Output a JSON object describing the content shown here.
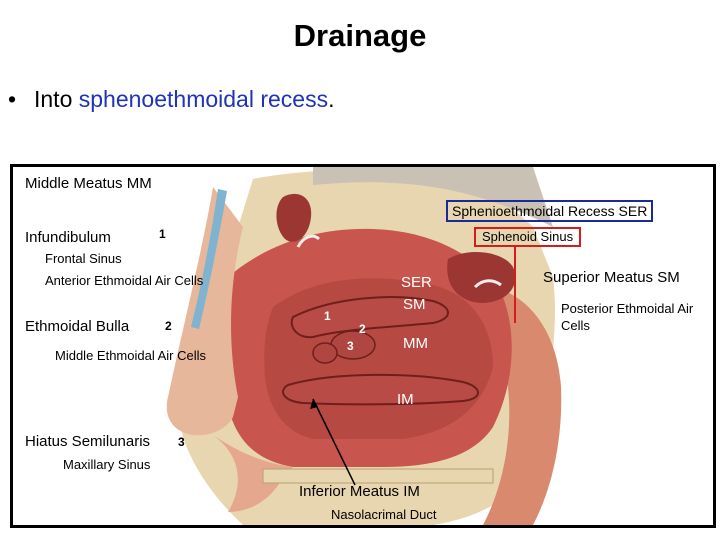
{
  "slide": {
    "title": "Drainage",
    "bullet_marker": "•",
    "bullet_prefix": "Into ",
    "bullet_highlight": "sphenoethmoidal recess",
    "bullet_suffix": "."
  },
  "figure": {
    "labels": {
      "middle_meatus": "Middle Meatus  MM",
      "infundibulum": "Infundibulum",
      "infundibulum_num": "1",
      "frontal_sinus": "Frontal Sinus",
      "anterior_ethmoidal": "Anterior Ethmoidal Air Cells",
      "ethmoidal_bulla": "Ethmoidal Bulla",
      "ethmoidal_bulla_num": "2",
      "middle_ethmoidal": "Middle Ethmoidal Air Cells",
      "hiatus_semilunaris": "Hiatus Semilunaris",
      "hiatus_num": "3",
      "maxillary_sinus": "Maxillary Sinus",
      "sphenoethmoidal_recess": "Spheniοethmoidal Recess  SER",
      "sphenoid_sinus": "Sphenoid Sinus",
      "superior_meatus": "Superior Meatus  SM",
      "posterior_ethmoidal_1": "Posterior Ethmoidal Air",
      "posterior_ethmoidal_2": "Cells",
      "inferior_meatus": "Inferior Meatus  IM",
      "nasolacrimal_duct": "Nasolacrimal Duct",
      "overlay_ser": "SER",
      "overlay_sm": "SM",
      "overlay_mm": "MM",
      "overlay_im": "IM",
      "overlay_1": "1",
      "overlay_2": "2",
      "overlay_3": "3"
    },
    "colors": {
      "highlight_blue": "#1a2a9a",
      "highlight_red": "#d41e1e",
      "mucosa": "#c8564e",
      "mucosa_dark": "#8e2b28",
      "bone": "#e8d6b0",
      "skin": "#e7b79b",
      "nasal_bone": "#7fb3cf"
    }
  }
}
